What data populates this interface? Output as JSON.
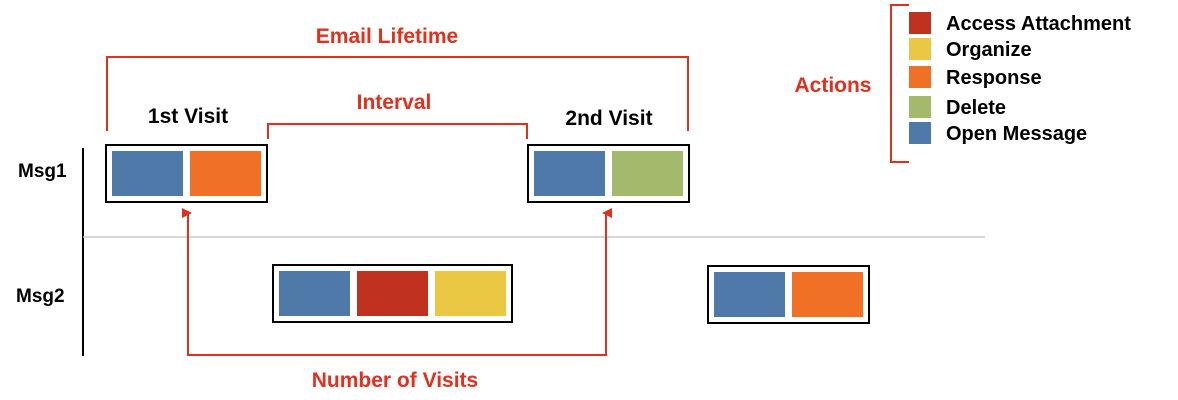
{
  "colors": {
    "annotation": "#e0301e",
    "divider": "#c8c8c8",
    "box_border": "#000000",
    "actions": {
      "access_attachment": "#c0311f",
      "organize": "#eac844",
      "response": "#f07125",
      "delete": "#a3ba6c",
      "open_message": "#4f79a8"
    }
  },
  "rows": [
    {
      "label": "Msg1"
    },
    {
      "label": "Msg2"
    }
  ],
  "annotations": {
    "email_lifetime": "Email Lifetime",
    "interval": "Interval",
    "number_of_visits": "Number of Visits",
    "first_visit": "1st Visit",
    "second_visit": "2nd Visit"
  },
  "legend": {
    "title": "Actions",
    "items": [
      {
        "label": "Access Attachment",
        "action": "access_attachment"
      },
      {
        "label": "Organize",
        "action": "organize"
      },
      {
        "label": "Response",
        "action": "response"
      },
      {
        "label": "Delete",
        "action": "delete"
      },
      {
        "label": "Open Message",
        "action": "open_message"
      }
    ]
  },
  "visits": [
    {
      "message": "Msg1",
      "actions": [
        "open_message",
        "response"
      ]
    },
    {
      "message": "Msg1",
      "actions": [
        "open_message",
        "delete"
      ]
    },
    {
      "message": "Msg2",
      "actions": [
        "open_message",
        "access_attachment",
        "organize"
      ]
    },
    {
      "message": "Msg2",
      "actions": [
        "open_message",
        "response"
      ]
    }
  ]
}
